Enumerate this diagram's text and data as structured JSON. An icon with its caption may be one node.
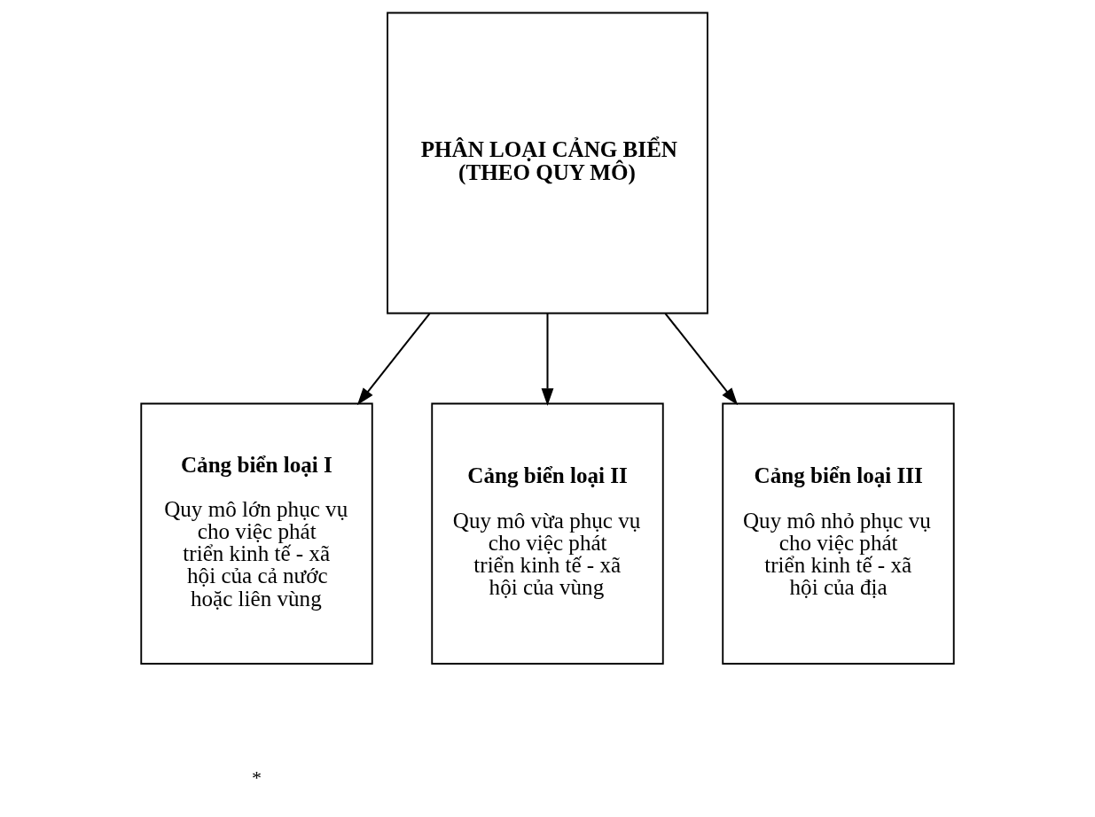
{
  "diagram": {
    "nodes": [
      {
        "text": [
          "PHÂN LOẠI CẢNG BIỂN (THEO QUY MÔ)"
        ]
      },
      {
        "text": [
          "Cảng biển loại I",
          "Quy mô lớn phục vụ cho việc phát triển kinh tế - xã hội của cả nước hoặc liên vùng"
        ]
      },
      {
        "text": [
          "Cảng biển loại II",
          "Quy mô vừa phục vụ cho việc phát triển kinh tế - xã hội của vùng"
        ]
      },
      {
        "text": [
          "Cảng biển loại III",
          "Quy mô nhỏ phục vụ cho việc phát triển kinh tế - xã hội của địa"
        ]
      }
    ],
    "edges": [
      {
        "from": 0,
        "to": 1,
        "arrow": "to"
      },
      {
        "from": 0,
        "to": 2,
        "arrow": "to"
      },
      {
        "from": 0,
        "to": 3,
        "arrow": "to"
      }
    ],
    "labels": [
      "*"
    ]
  }
}
